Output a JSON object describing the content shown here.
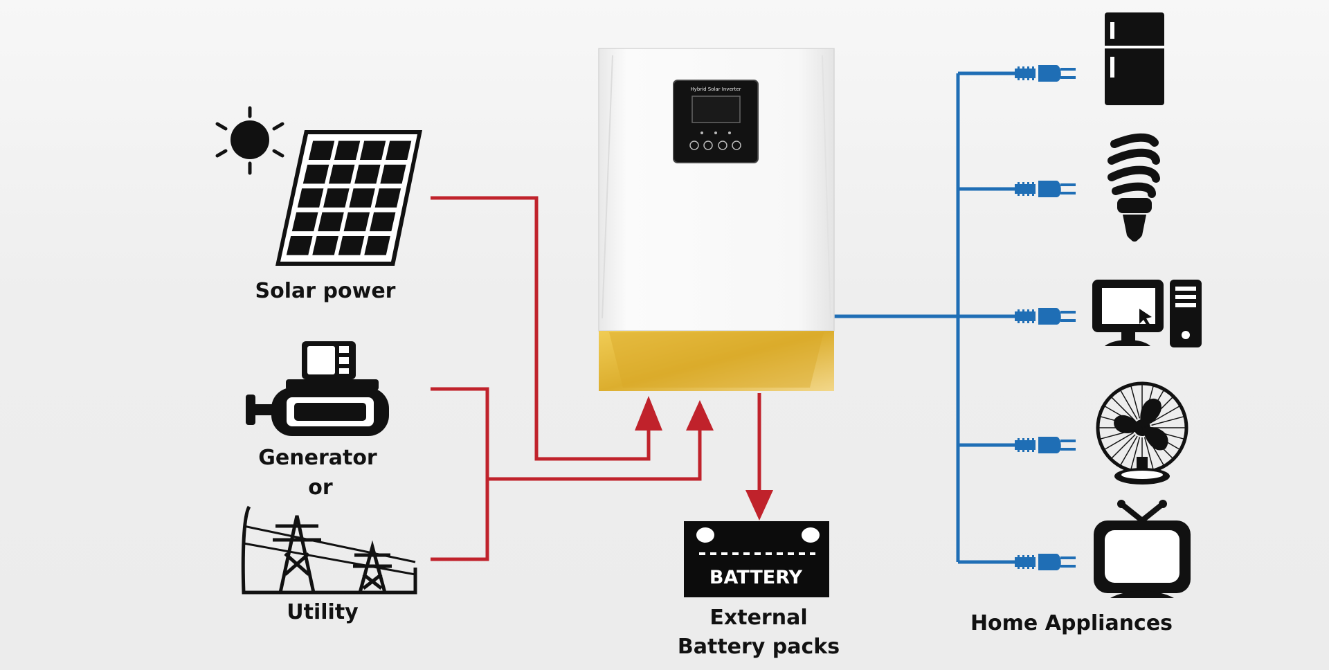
{
  "labels": {
    "solar": "Solar power",
    "generator": "Generator",
    "or": "or",
    "utility": "Utility",
    "battery_sign": "BATTERY",
    "battery_line1": "External",
    "battery_line2": "Battery packs",
    "appliances": "Home Appliances"
  },
  "inverter": {
    "panel_title": "Hybrid Solar Inverter"
  },
  "colors": {
    "ac_input_lines": "#c0222b",
    "output_lines": "#1f6eb5",
    "inverter_body": "#f4f4f4",
    "inverter_base": "#e0b63a",
    "icons": "#111111"
  },
  "appliances": [
    {
      "name": "refrigerator-icon"
    },
    {
      "name": "light-bulb-icon"
    },
    {
      "name": "computer-icon"
    },
    {
      "name": "fan-icon"
    },
    {
      "name": "tv-icon"
    }
  ]
}
